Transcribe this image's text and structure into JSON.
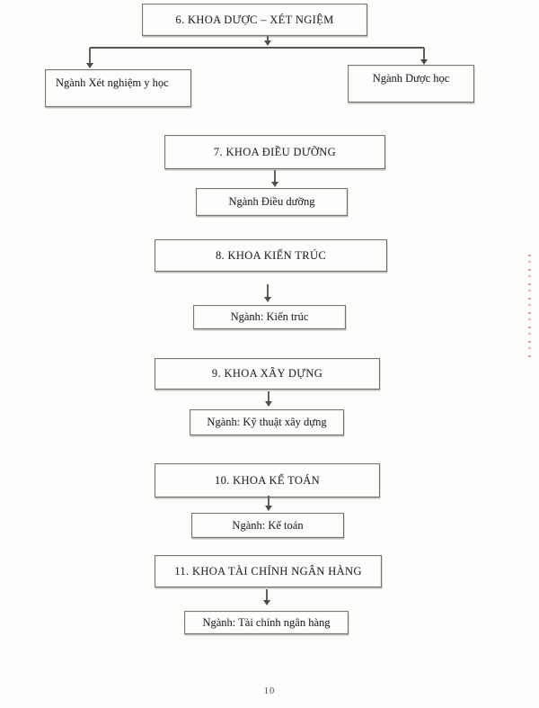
{
  "page_number": "10",
  "org_chart": {
    "sections": [
      {
        "title": "6. KHOA DƯỢC – XÉT NGIỆM",
        "majors": [
          "Ngành Xét nghiệm y học",
          "Ngành Dược học"
        ]
      },
      {
        "title": "7. KHOA ĐIỀU DƯỠNG",
        "major": "Ngành Điều dưỡng"
      },
      {
        "title": "8. KHOA KIẾN TRÚC",
        "major": "Ngành: Kiến trúc"
      },
      {
        "title": "9. KHOA XÂY DỰNG",
        "major": "Ngành: Kỹ thuật xây dựng"
      },
      {
        "title": "10. KHOA KẾ TOÁN",
        "major": "Ngành: Kế toán"
      },
      {
        "title": "11. KHOA TÀI CHÍNH NGÂN HÀNG",
        "major": "Ngành: Tài chính ngân hàng"
      }
    ]
  },
  "colors": {
    "box_border": "#78786f",
    "connector": "#58584f",
    "text": "#2d2d2d",
    "margin_mark_red": "#ac3446",
    "paper": "#fdfdfc"
  }
}
